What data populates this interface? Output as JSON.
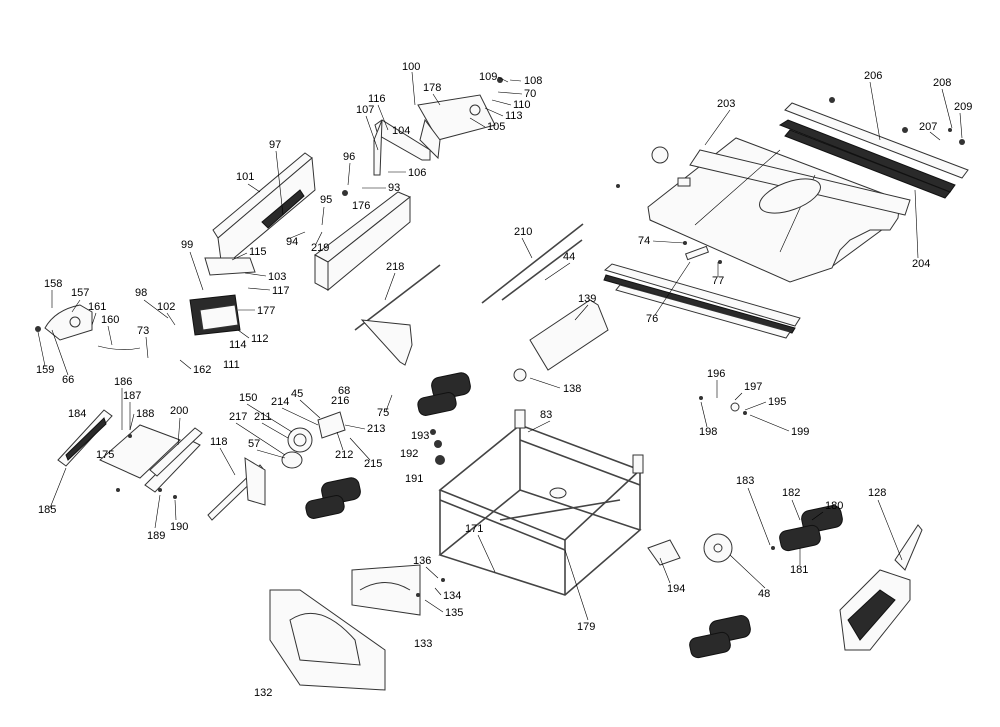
{
  "diagram": {
    "title": "",
    "type": "exploded parts diagram"
  },
  "labels": [
    "100",
    "178",
    "109",
    "108",
    "70",
    "110",
    "113",
    "105",
    "116",
    "107",
    "104",
    "106",
    "96",
    "93",
    "97",
    "101",
    "95",
    "176",
    "94",
    "219",
    "99",
    "115",
    "103",
    "117",
    "177",
    "112",
    "114",
    "111",
    "162",
    "158",
    "157",
    "161",
    "160",
    "98",
    "102",
    "73",
    "159",
    "66",
    "218",
    "210",
    "44",
    "139",
    "138",
    "186",
    "187",
    "188",
    "184",
    "175",
    "185",
    "200",
    "189",
    "190",
    "150",
    "45",
    "214",
    "68",
    "216",
    "211",
    "217",
    "213",
    "212",
    "215",
    "75",
    "57",
    "118",
    "193",
    "192",
    "191",
    "83",
    "171",
    "136",
    "134",
    "135",
    "133",
    "132",
    "179",
    "194",
    "48",
    "183",
    "182",
    "180",
    "181",
    "128",
    "196",
    "197",
    "195",
    "198",
    "199",
    "203",
    "206",
    "208",
    "209",
    "207",
    "204",
    "74",
    "77",
    "76"
  ],
  "colors": {
    "line": "#333333",
    "background": "#ffffff",
    "dark_part": "#2a2a2a"
  }
}
